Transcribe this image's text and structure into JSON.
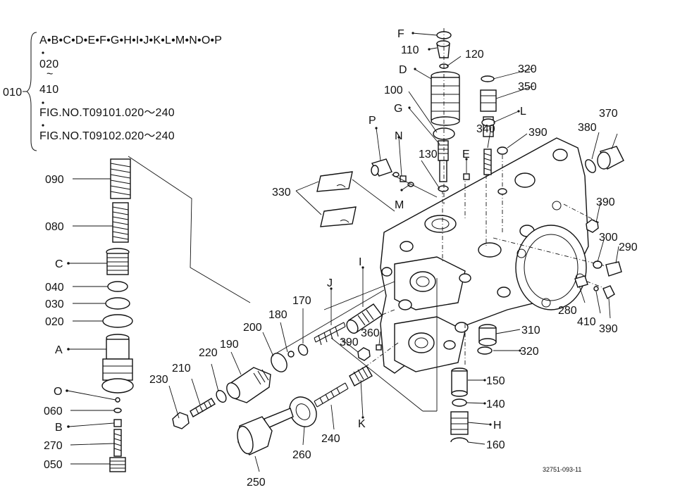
{
  "reference": {
    "group_code": "010",
    "letters_line": "A•B•C•D•E•F•G•H•I•J•K•L•M•N•O•P",
    "range_start": "020",
    "range_tilde": "~",
    "range_end": "410",
    "fig_ref_1": "FIG.NO.T09101.020～240",
    "fig_ref_2": "FIG.NO.T09102.020～240"
  },
  "labels": {
    "p020": "020",
    "p030": "030",
    "p040": "040",
    "p050": "050",
    "p060": "060",
    "p080": "080",
    "p090": "090",
    "p100": "100",
    "p110": "110",
    "p120": "120",
    "p130": "130",
    "p140": "140",
    "p150": "150",
    "p160": "160",
    "p170": "170",
    "p180": "180",
    "p190": "190",
    "p200": "200",
    "p210": "210",
    "p220": "220",
    "p230": "230",
    "p240": "240",
    "p250": "250",
    "p260": "260",
    "p270": "270",
    "p280": "280",
    "p290": "290",
    "p300": "300",
    "p310": "310",
    "p320a": "320",
    "p320b": "320",
    "p330": "330",
    "p340": "340",
    "p350": "350",
    "p360": "360",
    "p370": "370",
    "p380": "380",
    "p390a": "390",
    "p390b": "390",
    "p390c": "390",
    "p390d": "390",
    "p410": "410",
    "A": "A",
    "B": "B",
    "C": "C",
    "D": "D",
    "E": "E",
    "F": "F",
    "G": "G",
    "H": "H",
    "I": "I",
    "J": "J",
    "K": "K",
    "L": "L",
    "M": "M",
    "N": "N",
    "O": "O",
    "P": "P"
  },
  "footer": {
    "drawing_code": "32751-093-11"
  }
}
